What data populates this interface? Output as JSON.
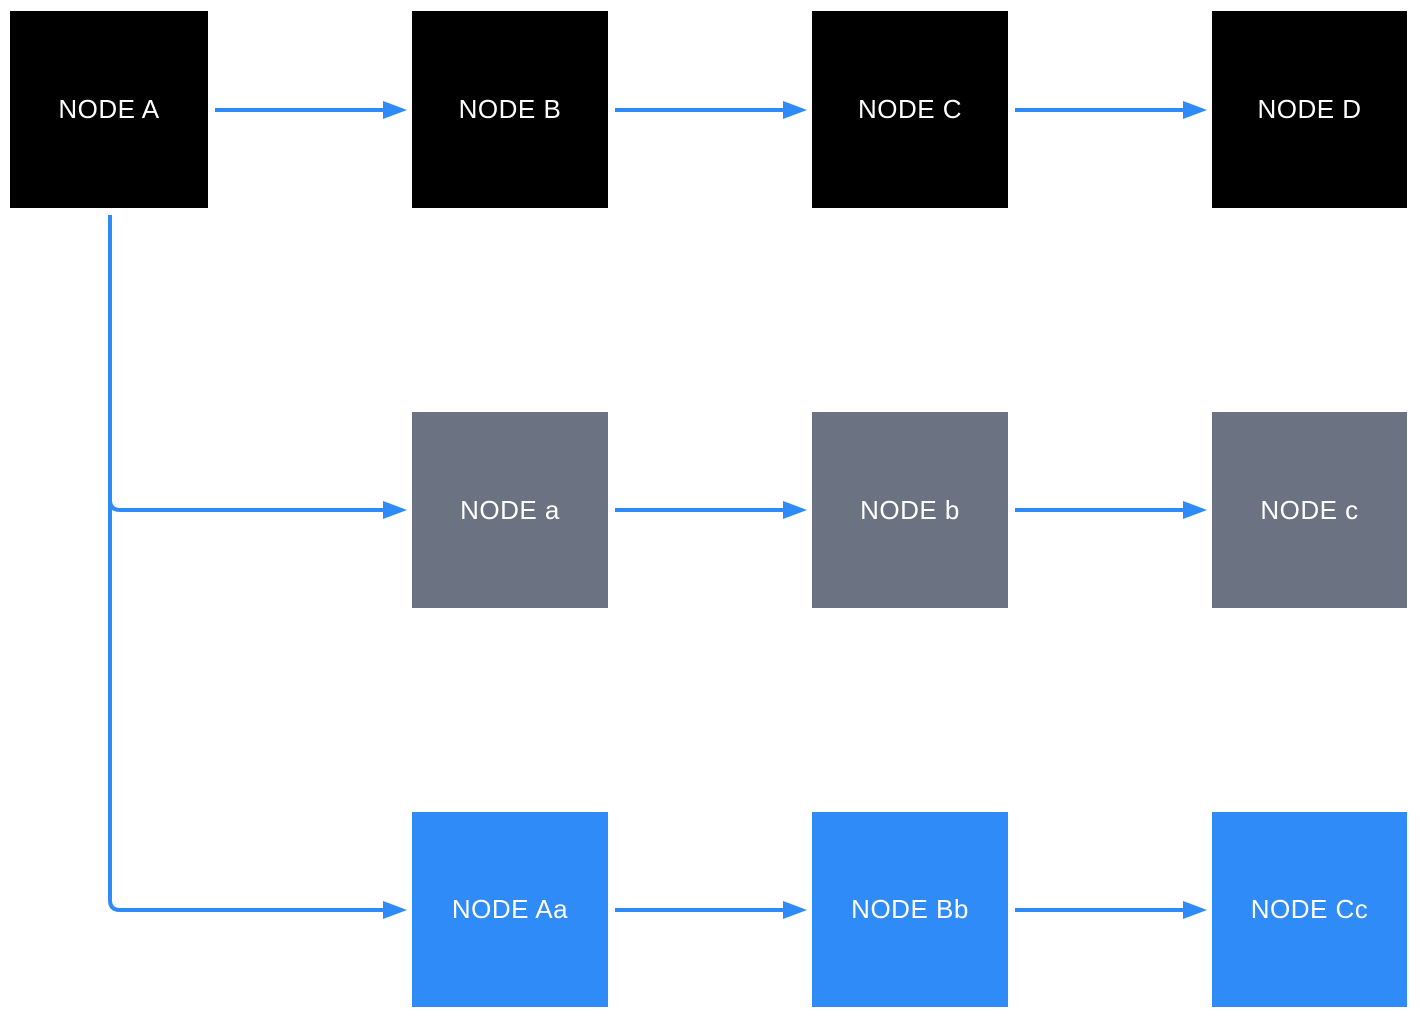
{
  "diagram": {
    "type": "flowchart",
    "colors": {
      "black_node": "#000000",
      "gray_node": "#6B7383",
      "blue_node": "#2E8BF7",
      "arrow": "#2E8BF7",
      "label_text": "#FFFFFF",
      "background": "#FFFFFF"
    },
    "nodes": [
      {
        "id": "A",
        "label": "NODE A",
        "variant": "black"
      },
      {
        "id": "B",
        "label": "NODE B",
        "variant": "black"
      },
      {
        "id": "C",
        "label": "NODE C",
        "variant": "black"
      },
      {
        "id": "D",
        "label": "NODE D",
        "variant": "black"
      },
      {
        "id": "a",
        "label": "NODE a",
        "variant": "gray"
      },
      {
        "id": "b",
        "label": "NODE b",
        "variant": "gray"
      },
      {
        "id": "c",
        "label": "NODE c",
        "variant": "gray"
      },
      {
        "id": "Aa",
        "label": "NODE Aa",
        "variant": "blue"
      },
      {
        "id": "Bb",
        "label": "NODE Bb",
        "variant": "blue"
      },
      {
        "id": "Cc",
        "label": "NODE Cc",
        "variant": "blue"
      }
    ],
    "edges": [
      {
        "from": "NODE A",
        "to": "NODE B"
      },
      {
        "from": "NODE B",
        "to": "NODE C"
      },
      {
        "from": "NODE C",
        "to": "NODE D"
      },
      {
        "from": "NODE A",
        "to": "NODE a"
      },
      {
        "from": "NODE a",
        "to": "NODE b"
      },
      {
        "from": "NODE b",
        "to": "NODE c"
      },
      {
        "from": "NODE A",
        "to": "NODE Aa"
      },
      {
        "from": "NODE Aa",
        "to": "NODE Bb"
      },
      {
        "from": "NODE Bb",
        "to": "NODE Cc"
      }
    ]
  }
}
